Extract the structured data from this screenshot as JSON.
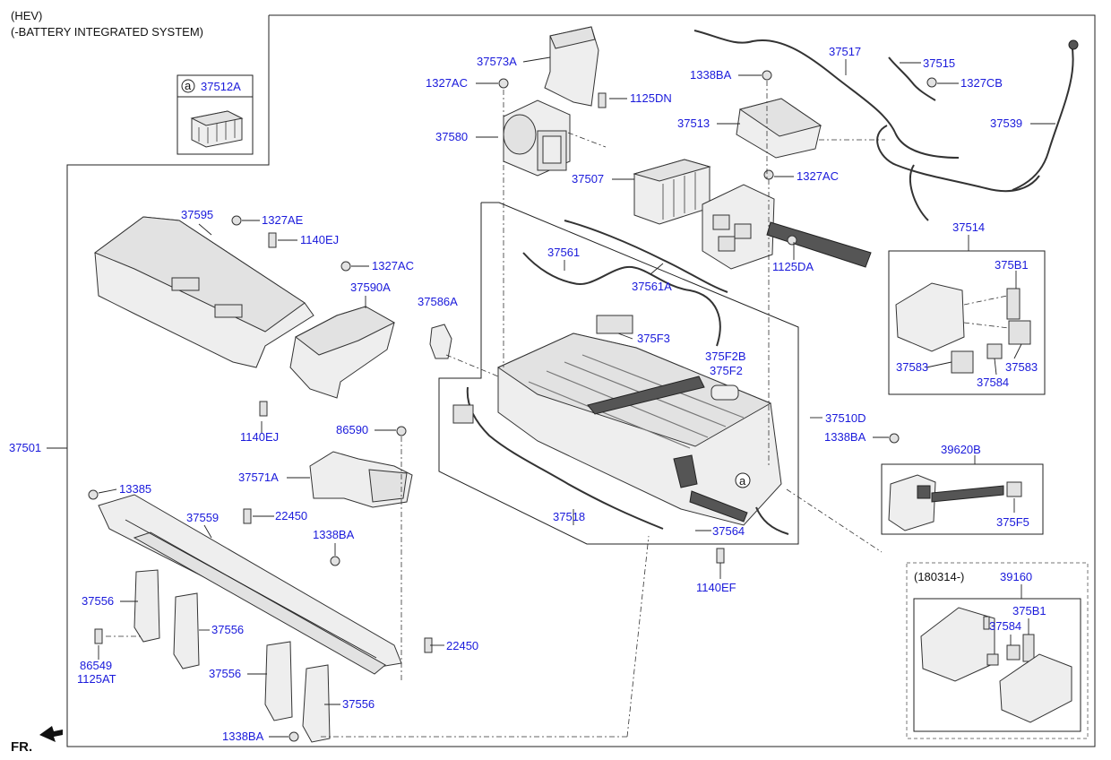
{
  "header": {
    "line1": "(HEV)",
    "line2": "(-BATTERY INTEGRATED SYSTEM)"
  },
  "orientation": {
    "label": "FR."
  },
  "callout_marker": "a",
  "inset_top_left": {
    "marker": "a",
    "part": "37512A"
  },
  "inset_relay": {
    "title": "37514",
    "parts": {
      "p1": "375B1",
      "p2": "37583",
      "p3": "37583",
      "p4": "37584"
    }
  },
  "inset_fuse": {
    "title": "39620B",
    "parts": {
      "p1": "375F5"
    }
  },
  "inset_dated": {
    "date_code": "(180314-)",
    "title": "39160",
    "parts": {
      "p1": "375B1",
      "p2": "37584"
    }
  },
  "labels": {
    "p37573A": "37573A",
    "p1327AC_top": "1327AC",
    "p1125DN": "1125DN",
    "p37580": "37580",
    "p37517": "37517",
    "p1338BA_top": "1338BA",
    "p37515": "37515",
    "p1327CB": "1327CB",
    "p37513": "37513",
    "p37539": "37539",
    "p37507": "37507",
    "p1327AC_mid": "1327AC",
    "p1125DA": "1125DA",
    "p37595": "37595",
    "p1327AE": "1327AE",
    "p1140EJ_top": "1140EJ",
    "p1327AC_left": "1327AC",
    "p37590A": "37590A",
    "p37586A": "37586A",
    "p37561": "37561",
    "p37561A": "37561A",
    "p375F3": "375F3",
    "p375F2B": "375F2B",
    "p375F2": "375F2",
    "p37510D": "37510D",
    "p1338BA_right": "1338BA",
    "p1140EJ_bot": "1140EJ",
    "p86590": "86590",
    "p37571A": "37571A",
    "p37501": "37501",
    "p13385": "13385",
    "p37559": "37559",
    "p22450_top": "22450",
    "p1338BA_mid": "1338BA",
    "p37518": "37518",
    "p37564": "37564",
    "p1140EF": "1140EF",
    "p37556_a": "37556",
    "p37556_b": "37556",
    "p37556_c": "37556",
    "p37556_d": "37556",
    "p86549": "86549",
    "p1125AT": "1125AT",
    "p22450_bot": "22450",
    "p1338BA_bot": "1338BA"
  }
}
